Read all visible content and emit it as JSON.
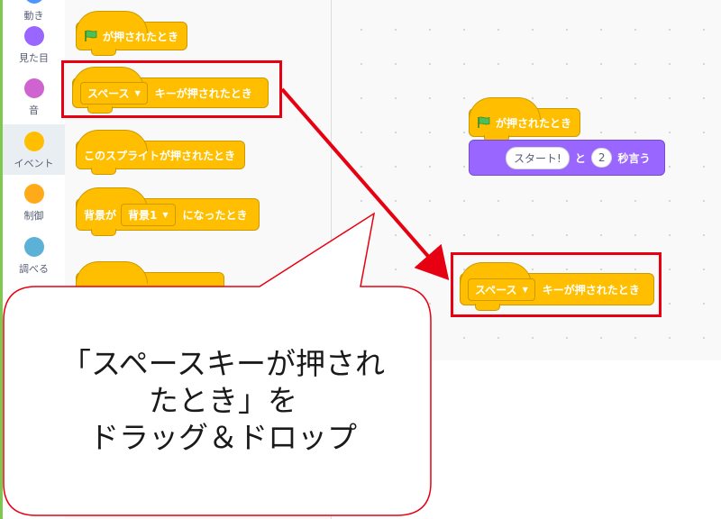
{
  "categories": [
    {
      "label": "動き",
      "color": "#4c97ff"
    },
    {
      "label": "見た目",
      "color": "#9966ff"
    },
    {
      "label": "音",
      "color": "#cf63cf"
    },
    {
      "label": "イベント",
      "color": "#ffbf00"
    },
    {
      "label": "制御",
      "color": "#ffab19"
    },
    {
      "label": "調べる",
      "color": "#5cb1d6"
    }
  ],
  "palette": {
    "flag_hat": "が押されたとき",
    "key_hat": {
      "key": "スペース",
      "text": "キーが押されたとき"
    },
    "sprite_hat": "このスプライトが押されたとき",
    "backdrop_hat": {
      "prefix": "背景が",
      "value": "背景1",
      "suffix": "になったとき"
    }
  },
  "workspace": {
    "flag_hat": "が押されたとき",
    "say_block": {
      "message": "スタート!",
      "mid": "と",
      "seconds": "2",
      "suffix": "秒言う"
    },
    "key_hat": {
      "key": "スペース",
      "text": "キーが押されたとき"
    }
  },
  "callout": {
    "lines": [
      "「スペースキーが押され",
      "たとき」を",
      "ドラッグ＆ドロップ"
    ]
  },
  "colors": {
    "events": "#ffbf00",
    "looks": "#9966ff",
    "highlight": "#e60012"
  }
}
